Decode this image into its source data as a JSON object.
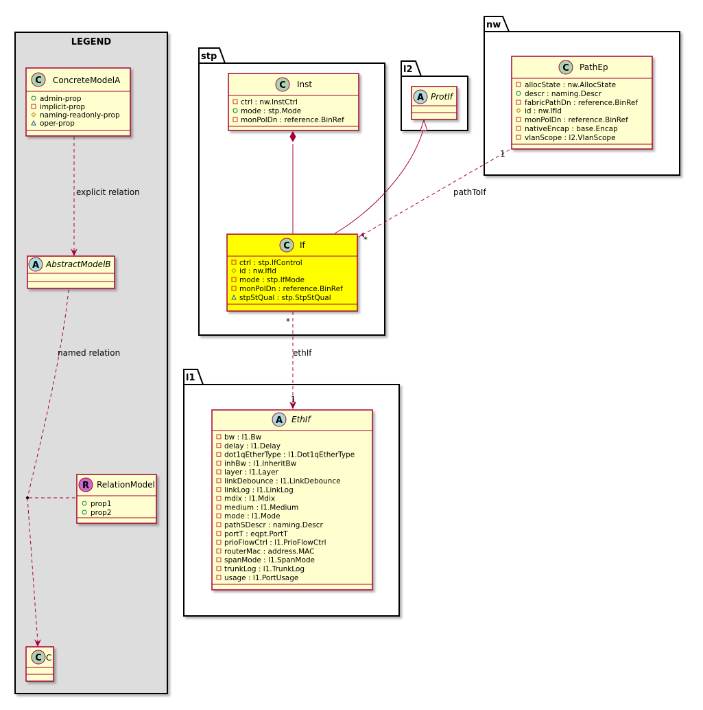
{
  "legend": {
    "title": "LEGEND",
    "concrete": {
      "name": "ConcreteModelA",
      "props": [
        "admin-prop",
        "implicit-prop",
        "naming-readonly-prop",
        "oper-prop"
      ]
    },
    "abstract": {
      "name": "AbstractModelB"
    },
    "relation": {
      "name": "RelationModel",
      "props": [
        "prop1",
        "prop2"
      ]
    },
    "c": {
      "name": "C"
    },
    "explicit_label": "explicit relation",
    "named_label": "named relation"
  },
  "packages": {
    "stp": "stp",
    "l2": "l2",
    "nw": "nw",
    "l1": "l1"
  },
  "classes": {
    "inst": {
      "name": "Inst",
      "attrs": [
        "ctrl : nw.InstCtrl",
        "mode : stp.Mode",
        "monPolDn : reference.BinRef"
      ]
    },
    "if": {
      "name": "If",
      "attrs": [
        "ctrl : stp.IfControl",
        "id : nw.IfId",
        "mode : stp.IfMode",
        "monPolDn : reference.BinRef",
        "stpStQual : stp.StpStQual"
      ]
    },
    "protif": {
      "name": "ProtIf"
    },
    "pathep": {
      "name": "PathEp",
      "attrs": [
        "allocState : nw.AllocState",
        "descr : naming.Descr",
        "fabricPathDn : reference.BinRef",
        "id : nw.IfId",
        "monPolDn : reference.BinRef",
        "nativeEncap : base.Encap",
        "vlanScope : l2.VlanScope"
      ]
    },
    "ethif": {
      "name": "EthIf",
      "attrs": [
        "bw : l1.Bw",
        "delay : l1.Delay",
        "dot1qEtherType : l1.Dot1qEtherType",
        "inhBw : l1.InheritBw",
        "layer : l1.Layer",
        "linkDebounce : l1.LinkDebounce",
        "linkLog : l1.LinkLog",
        "mdix : l1.Mdix",
        "medium : l1.Medium",
        "mode : l1.Mode",
        "pathSDescr : naming.Descr",
        "portT : eqpt.PortT",
        "prioFlowCtrl : l1.PrioFlowCtrl",
        "routerMac : address.MAC",
        "spanMode : l1.SpanMode",
        "trunkLog : l1.TrunkLog",
        "usage : l1.PortUsage"
      ]
    }
  },
  "edges": {
    "pathtoif": {
      "label": "pathToIf",
      "src_mult": "1",
      "dst_mult": "*"
    },
    "ethif": {
      "label": "ethIf",
      "src_mult": "*",
      "dst_mult": "1"
    }
  },
  "colors": {
    "class_fill": "#FEFECE",
    "border": "#A80036",
    "highlight_fill": "#FFFF00",
    "legend_fill": "#DDDDDD",
    "badge_class": "#ADD1B2",
    "badge_abstract": "#A9DCDF",
    "badge_relation": "#C969C9"
  }
}
